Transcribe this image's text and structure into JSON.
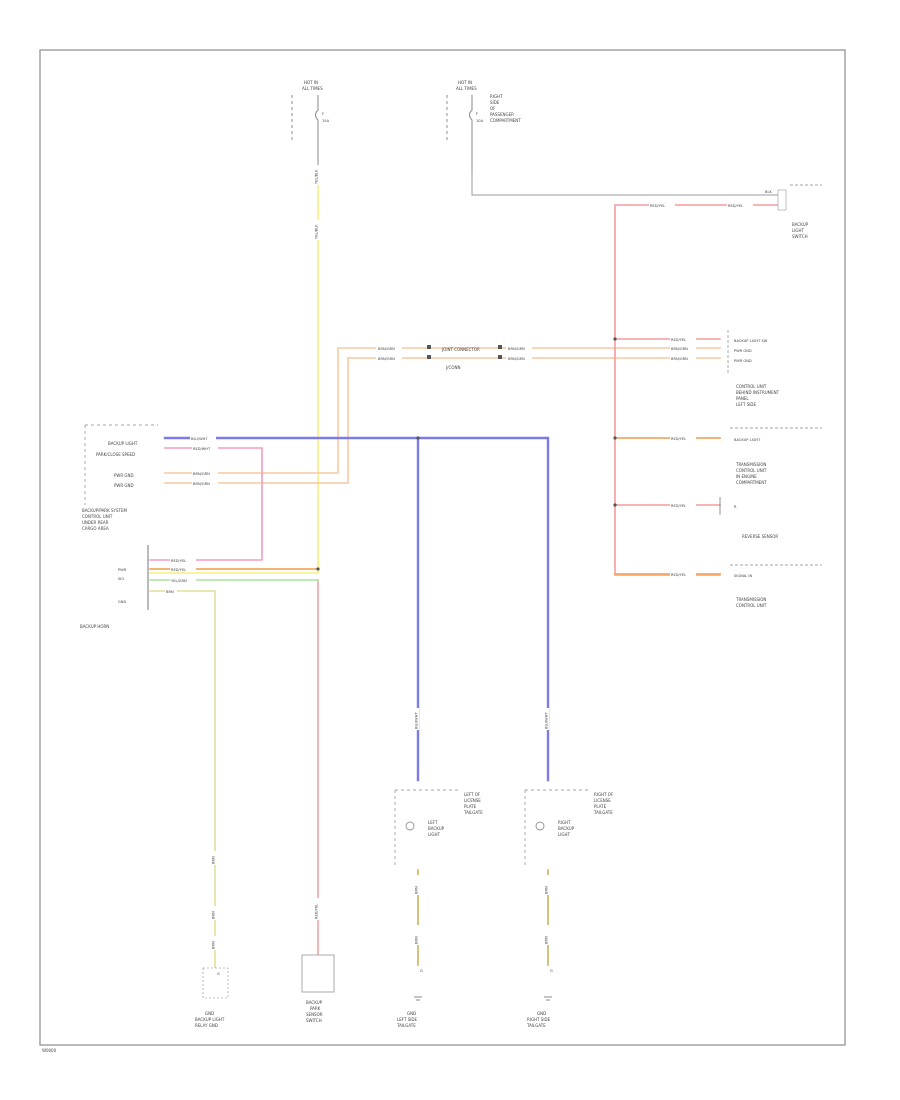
{
  "top_fuse_left": {
    "lines": [
      "HOT IN",
      "ALL TIMES"
    ],
    "fuse": [
      "F",
      "15A"
    ]
  },
  "top_fuse_right": {
    "lines": [
      "HOT IN",
      "ALL TIMES"
    ],
    "fuse": [
      "F",
      "10A"
    ]
  },
  "top_right_note": [
    "RIGHT",
    "SIDE",
    "OF",
    "PASSENGER",
    "COMPARTMENT"
  ],
  "backup_switch": {
    "pin": "BLK",
    "wire": "RED/YEL",
    "name": [
      "BACKUP",
      "LIGHT",
      "SWITCH"
    ]
  },
  "junction": [
    "JOINT CONNECTOR",
    "J/CONN"
  ],
  "module": {
    "pins": [
      "BACKUP LIGHT",
      "PARK/CLOSE SPEED",
      "PWR GND",
      "PWR GND"
    ],
    "name": [
      "BACKUP/PARK SYSTEM",
      "CONTROL UNIT",
      "UNDER REAR",
      "CARGO AREA"
    ]
  },
  "plug": {
    "pins": [
      "PWR",
      "SIG",
      "GND"
    ],
    "name": "BACKUP HORN"
  },
  "right_blocks": [
    {
      "pins": [
        "BACKUP LIGHT SW",
        "PWR GND",
        "PWR GND"
      ],
      "name": [
        "CONTROL UNIT",
        "BEHIND INSTRUMENT",
        "PANEL",
        "LEFT SIDE"
      ]
    },
    {
      "pins": [
        "BACKUP LIGHT"
      ],
      "name": [
        "TRANSMISSION",
        "CONTROL UNIT",
        "IN ENGINE",
        "COMPARTMENT"
      ]
    },
    {
      "pins": [
        "R"
      ],
      "name": [
        "REVERSE SENSOR"
      ]
    },
    {
      "pins": [
        "SIGNAL IN"
      ],
      "name": [
        "TRANSMISSION",
        "CONTROL UNIT"
      ]
    }
  ],
  "wires": {
    "yellow_top": "YEL/BLK",
    "yellow_mid": "YEL/BLK",
    "orange_left": "BRN/GRN",
    "orange_right": "BRN/GRN",
    "red_vert": "RED/YEL",
    "right_red1": "RED/YEL",
    "right_red2": "RED/YEL",
    "right_red3": "RED/YEL",
    "right_orange": "RED/YEL",
    "blue_top": "BLU/WHT",
    "blue_left": "BLU/WHT",
    "blue_right": "BLU/WHT",
    "mod_red": "RED/WHT",
    "mod_org1": "BRN/GRN",
    "mod_org2": "BRN/GRN",
    "plug_red": "RED/YEL",
    "plug_org": "RED/YEL",
    "plug_grn": "YEL/GRN",
    "plug_yel": "BRN",
    "yel_drop": "BRN",
    "brn_small": "BRN",
    "red_drop": "RED/YEL",
    "lamp_left_gnd": "BRN",
    "lamp_right_gnd": "BRN"
  },
  "lamps": [
    {
      "note": [
        "LEFT OF",
        "LICENSE",
        "PLATE",
        "TAILGATE"
      ],
      "name": [
        "LEFT",
        "BACKUP",
        "LIGHT"
      ],
      "ground": "G",
      "ground_name": [
        "GND",
        "LEFT SIDE",
        "TAILGATE"
      ]
    },
    {
      "note": [
        "RIGHT OF",
        "LICENSE",
        "PLATE",
        "TAILGATE"
      ],
      "name": [
        "RIGHT",
        "BACKUP",
        "LIGHT"
      ],
      "ground": "G",
      "ground_name": [
        "GND",
        "RIGHT SIDE",
        "TAILGATE"
      ]
    }
  ],
  "bottom_left": {
    "ground": "G",
    "name": [
      "GND",
      "BACKUP LIGHT",
      "RELAY GND"
    ]
  },
  "bottom_mid": {
    "name": [
      "BACKUP",
      "PARK",
      "SENSOR",
      "SWITCH"
    ]
  },
  "footer": "W0000"
}
